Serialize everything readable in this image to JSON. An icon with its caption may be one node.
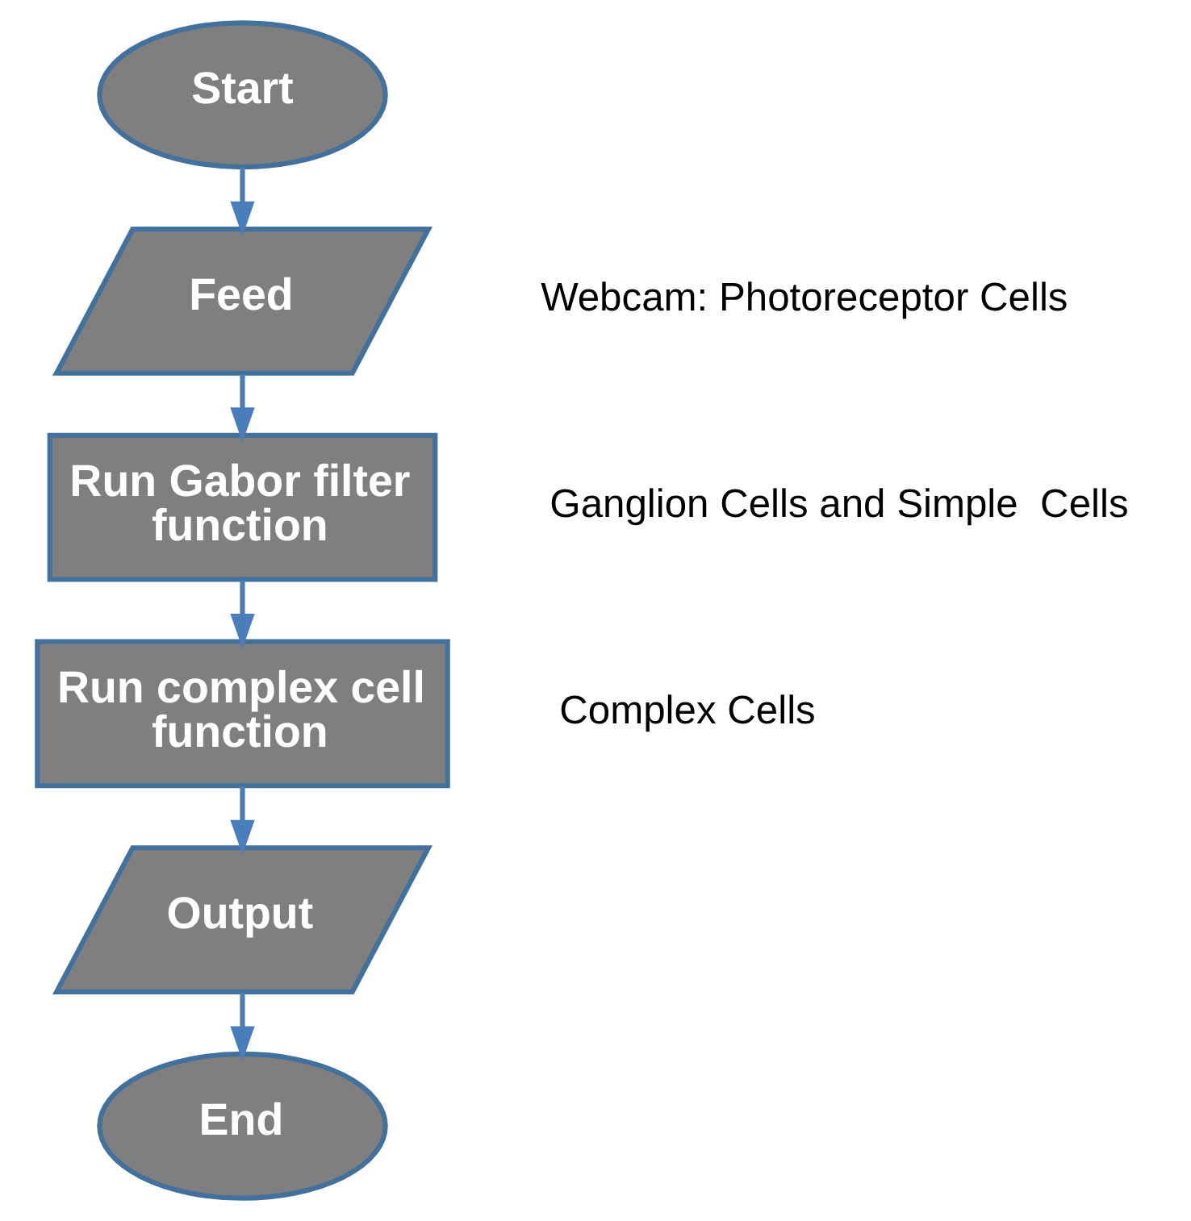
{
  "diagram": {
    "nodes": [
      {
        "text": [
          "Start"
        ]
      },
      {
        "text": [
          "Feed"
        ],
        "beside": [
          "Webcam: Photoreceptor Cells"
        ]
      },
      {
        "text": [
          "Run Gabor filter function"
        ],
        "beside": [
          "Ganglion Cells and Simple  Cells"
        ]
      },
      {
        "text": [
          "Run complex cell function"
        ],
        "beside": [
          "Complex Cells"
        ]
      },
      {
        "text": [
          "Output"
        ]
      },
      {
        "text": [
          "End"
        ]
      }
    ],
    "edges": [
      {
        "from": 0,
        "to": 1,
        "arrow": "to"
      },
      {
        "from": 1,
        "to": 2,
        "arrow": "to"
      },
      {
        "from": 2,
        "to": 3,
        "arrow": "to"
      },
      {
        "from": 3,
        "to": 4,
        "arrow": "to"
      },
      {
        "from": 4,
        "to": 5,
        "arrow": "to"
      }
    ]
  }
}
